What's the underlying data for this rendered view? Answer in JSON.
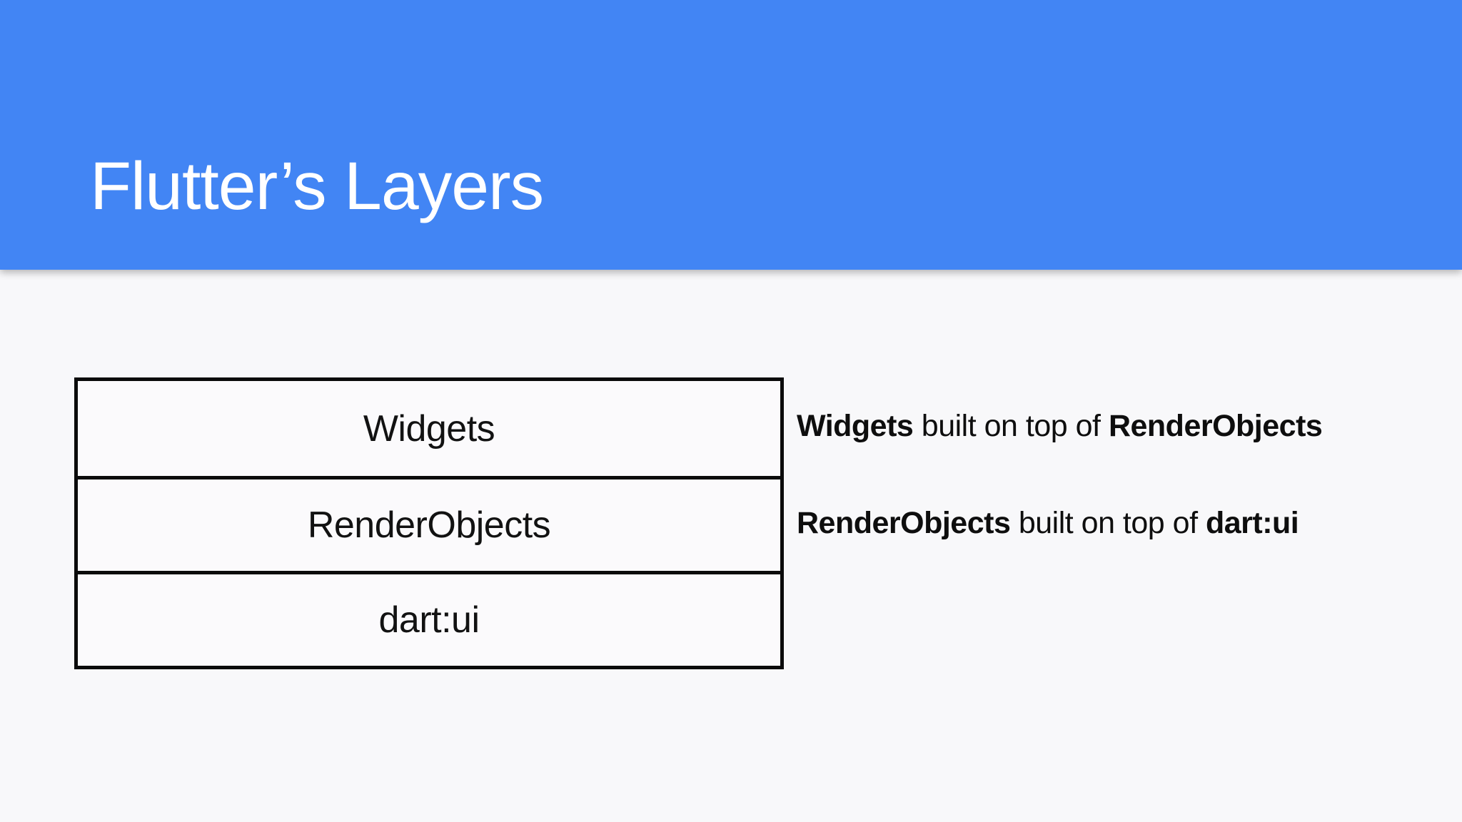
{
  "slide": {
    "title": "Flutter’s Layers"
  },
  "diagram": {
    "layers": [
      {
        "label": "Widgets"
      },
      {
        "label": "RenderObjects"
      },
      {
        "label": "dart:ui"
      }
    ],
    "annotations": [
      {
        "bold_lead": "Widgets",
        "middle": " built on top of ",
        "bold_tail": "RenderObjects"
      },
      {
        "bold_lead": "RenderObjects",
        "middle": " built on top of ",
        "bold_tail": "dart:ui"
      }
    ]
  },
  "colors": {
    "header_blue": "#4285F4",
    "background": "#F8F8FA",
    "border_black": "#0B0B0B",
    "text_dark": "#121212",
    "title_white": "#FFFFFF"
  }
}
